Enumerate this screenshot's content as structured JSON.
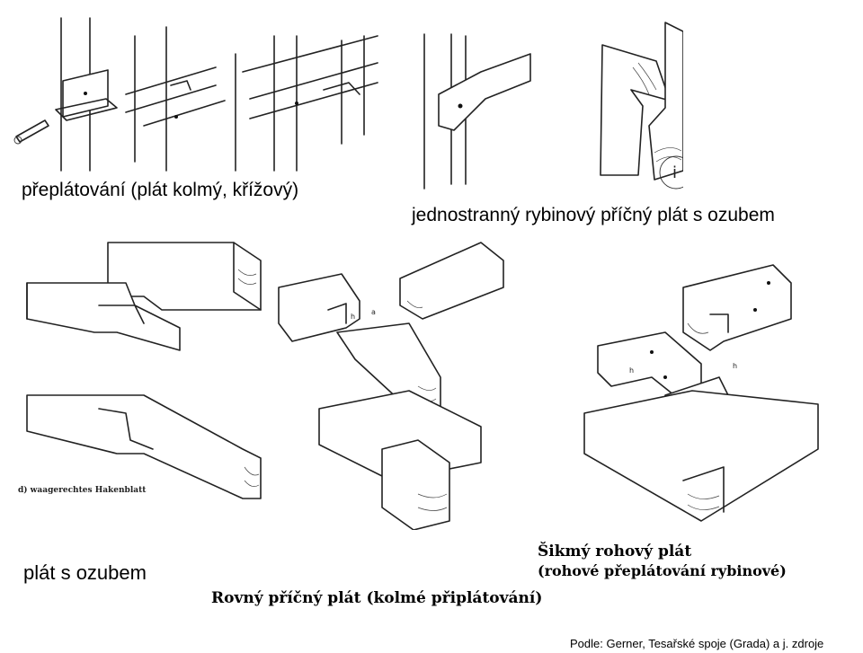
{
  "captions": {
    "cross_lap": "přeplátování (plát kolmý, křížový)",
    "dovetail": "jednostranný rybinový příčný plát s ozubem",
    "hooked_lap": "plát s ozubem",
    "straight_cross": "Rovný příčný plát (kolmé připlátování)",
    "oblique_corner_line1": "Šikmý rohový plát",
    "oblique_corner_line2": "(rohové přeplátování rybinové)",
    "source": "Podle: Gerner, Tesařské spoje (Grada) a j. zdroje"
  },
  "figure_labels": {
    "hakenblatt": "d) waagerechtes Hakenblatt",
    "detail_marker": "i"
  }
}
